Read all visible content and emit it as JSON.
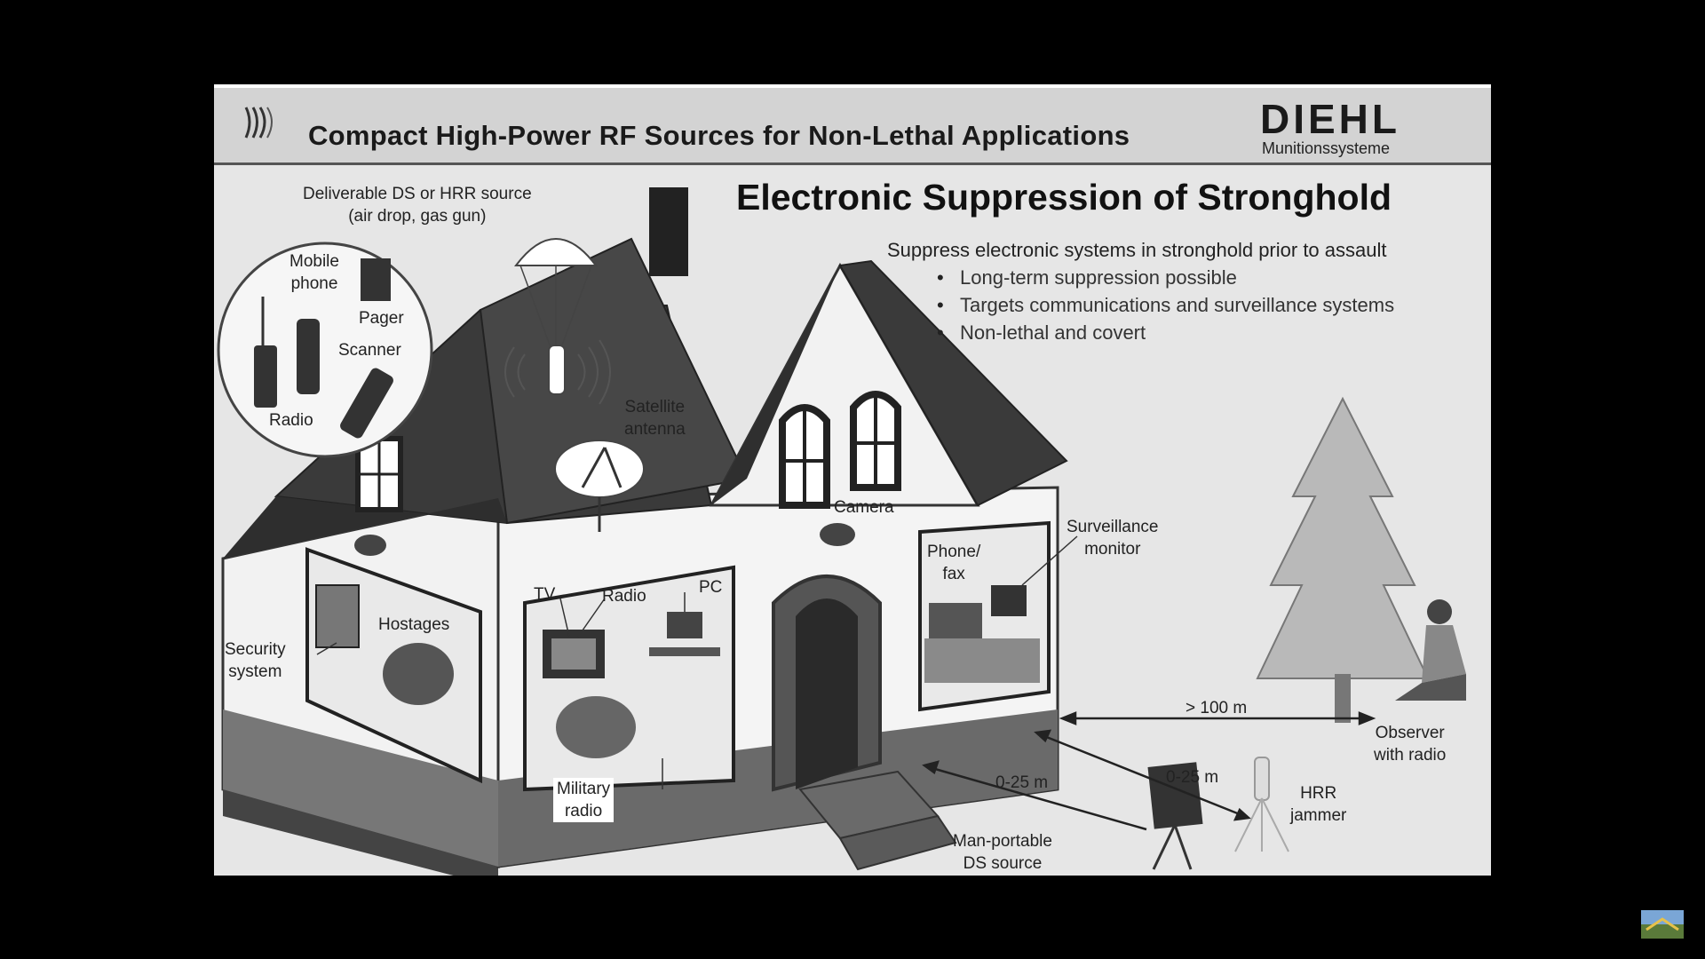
{
  "header": {
    "title": "Compact High-Power RF Sources for Non-Lethal Applications",
    "brand": "DIEHL",
    "brand_sub": "Munitionssysteme",
    "logo_icon": "rf-waves-logo-icon"
  },
  "main": {
    "title": "Electronic Suppression of Stronghold",
    "subtitle": "Suppress electronic systems in stronghold prior to assault",
    "bullets": [
      "Long-term suppression possible",
      "Targets communications and surveillance systems",
      "Non-lethal and covert"
    ]
  },
  "labels": {
    "deliverable_1": "Deliverable DS or HRR source",
    "deliverable_2": "(air drop, gas gun)",
    "mobile_phone_1": "Mobile",
    "mobile_phone_2": "phone",
    "pager": "Pager",
    "scanner": "Scanner",
    "radio": "Radio",
    "satellite_1": "Satellite",
    "satellite_2": "antenna",
    "camera": "Camera",
    "phone_fax_1": "Phone/",
    "phone_fax_2": "fax",
    "surveillance_1": "Surveillance",
    "surveillance_2": "monitor",
    "tv": "TV",
    "radio_room": "Radio",
    "pc": "PC",
    "hostages": "Hostages",
    "security_1": "Security",
    "security_2": "system",
    "military_1": "Military",
    "military_2": "radio",
    "distance_100": "> 100 m",
    "distance_25_a": "0-25 m",
    "distance_25_b": "0-25 m",
    "hrr_1": "HRR",
    "hrr_2": "jammer",
    "observer_1": "Observer",
    "observer_2": "with radio",
    "manportable_1": "Man-portable",
    "manportable_2": "DS source"
  },
  "icons": [
    "parachute-icon",
    "tree-icon",
    "house-icon",
    "tripod-source-icon",
    "hrr-jammer-icon",
    "observer-person-icon",
    "corner-thumbnail-icon"
  ],
  "colors": {
    "background": "#000000",
    "slide": "#e6e6e6",
    "roof": "#3a3a3a",
    "wall": "#f2f2f2"
  }
}
